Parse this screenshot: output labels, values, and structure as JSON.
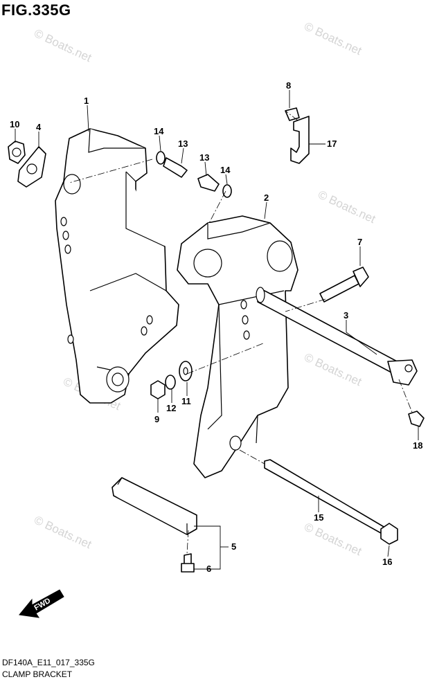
{
  "figure": {
    "title": "FIG.335G",
    "code": "DF140A_E11_017_335G",
    "name": "CLAMP BRACKET"
  },
  "watermark": "© Boats.net",
  "fwd_label": "FWD",
  "callouts": {
    "p1": "1",
    "p2": "2",
    "p3": "3",
    "p4": "4",
    "p5": "5",
    "p6": "6",
    "p7": "7",
    "p8": "8",
    "p9": "9",
    "p10": "10",
    "p11": "11",
    "p12": "12",
    "p13a": "13",
    "p13b": "13",
    "p14a": "14",
    "p14b": "14",
    "p15": "15",
    "p16": "16",
    "p17": "17",
    "p18": "18"
  },
  "colors": {
    "line": "#000000",
    "background": "#ffffff",
    "watermark": "#d4d4d4"
  }
}
